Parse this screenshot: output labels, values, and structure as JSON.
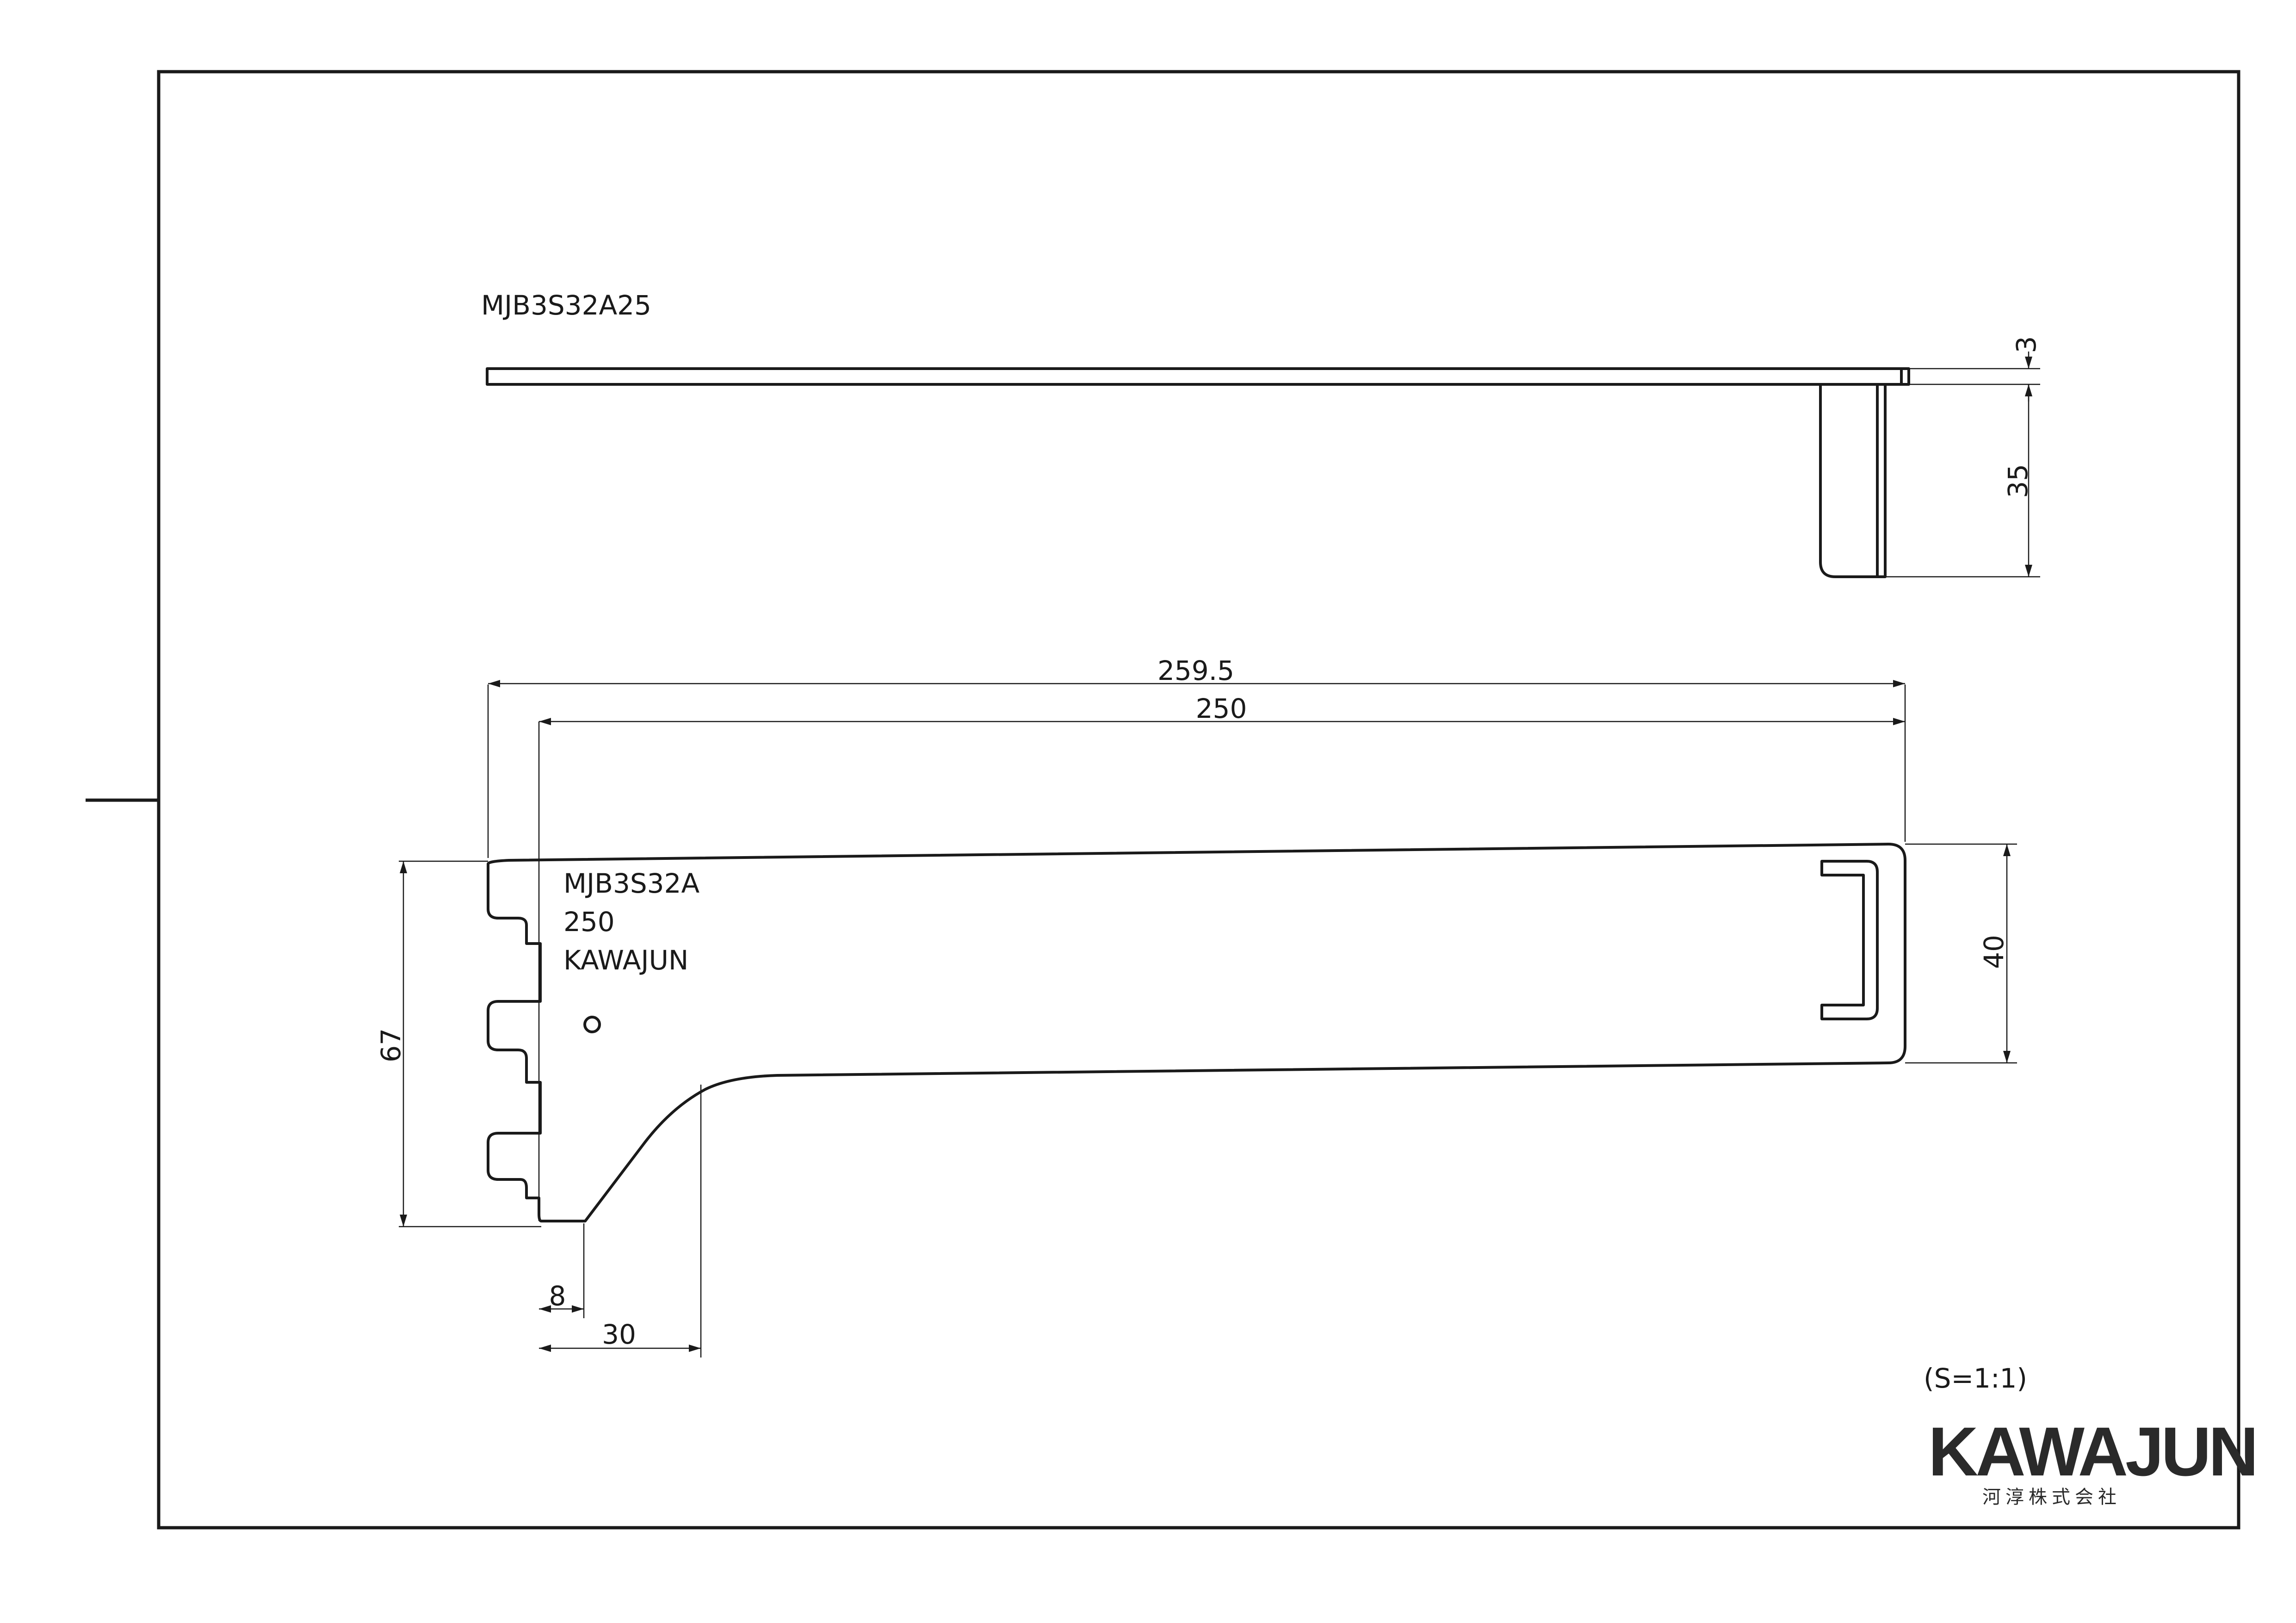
{
  "drawing": {
    "top_view_label": "MJB3S32A25",
    "engraving": {
      "line1": "MJB3S32A",
      "line2": "250",
      "line3": "KAWAJUN"
    },
    "scale": "(S=1:1)"
  },
  "dimensions": {
    "thickness": "3",
    "flange_height": "35",
    "overall_length": "259.5",
    "arm_length": "250",
    "tip_height": "40",
    "bracket_height": "67",
    "small_offset": "8",
    "base_width": "30"
  },
  "logo": {
    "name": "KAWAJUN",
    "subtitle": "河淳株式会社"
  }
}
